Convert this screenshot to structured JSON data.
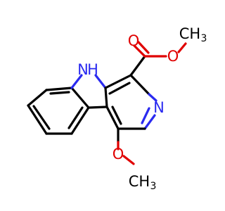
{
  "molecule": {
    "atom_labels": {
      "nh_n": "N",
      "nh_h": "H",
      "pyridine_n": "N",
      "ester_carbonyl_o": "O",
      "ester_ether_o": "O",
      "ester_methyl_c": "CH",
      "ester_methyl_sub": "3",
      "methoxy_o": "O",
      "methoxy_methyl_c": "CH",
      "methoxy_methyl_sub": "3"
    },
    "colors": {
      "carbon": "#000000",
      "nitrogen": "#2a2af0",
      "oxygen": "#e00000",
      "background": "#ffffff"
    }
  }
}
